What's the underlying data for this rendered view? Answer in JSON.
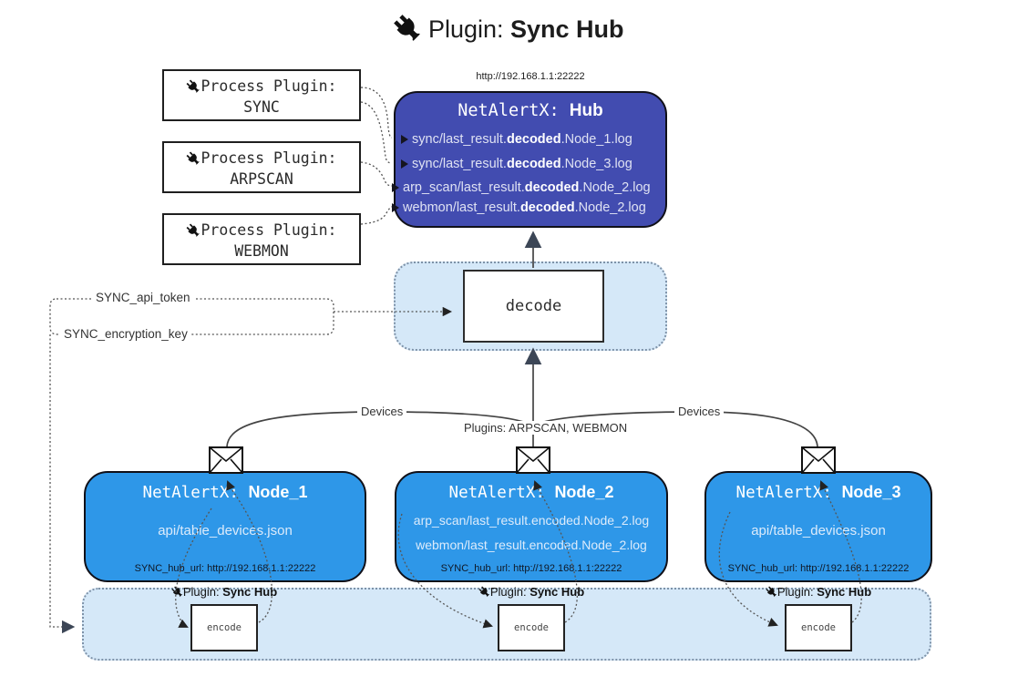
{
  "title": {
    "prefix": "Plugin: ",
    "bold": "Sync Hub"
  },
  "process_plugins": [
    {
      "label": "Process Plugin:",
      "name": "SYNC"
    },
    {
      "label": "Process Plugin:",
      "name": "ARPSCAN"
    },
    {
      "label": "Process Plugin:",
      "name": "WEBMON"
    }
  ],
  "hub": {
    "url": "http://192.168.1.1:22222",
    "name_prefix": "NetAlertX: ",
    "name_bold": "Hub",
    "logs": [
      {
        "pre": "sync/last_result.",
        "bold": "decoded",
        "post": ".Node_1.log"
      },
      {
        "pre": "sync/last_result.",
        "bold": "decoded",
        "post": ".Node_3.log"
      },
      {
        "pre": "arp_scan/last_result.",
        "bold": "decoded",
        "post": ".Node_2.log"
      },
      {
        "pre": "webmon/last_result.",
        "bold": "decoded",
        "post": ".Node_2.log"
      }
    ]
  },
  "decode": {
    "label": "decode"
  },
  "secrets": {
    "api_token": "SYNC_api_token",
    "encryption_key": "SYNC_encryption_key"
  },
  "edge_labels": {
    "devices_left": "Devices",
    "devices_right": "Devices",
    "plugins": "Plugins: ARPSCAN, WEBMON"
  },
  "nodes": [
    {
      "name_prefix": "NetAlertX: ",
      "name_bold": "Node_1",
      "lines": [
        "api/table_devices.json"
      ],
      "footer": "SYNC_hub_url: http://192.168.1.1:22222"
    },
    {
      "name_prefix": "NetAlertX: ",
      "name_bold": "Node_2",
      "lines": [
        "arp_scan/last_result.encoded.Node_2.log",
        "webmon/last_result.encoded.Node_2.log"
      ],
      "footer": "SYNC_hub_url: http://192.168.1.1:22222"
    },
    {
      "name_prefix": "NetAlertX: ",
      "name_bold": "Node_3",
      "lines": [
        "api/table_devices.json"
      ],
      "footer": "SYNC_hub_url: http://192.168.1.1:22222"
    }
  ],
  "encoders": [
    {
      "label_prefix": "Plugin: ",
      "label_bold": "Sync Hub",
      "box": "encode"
    },
    {
      "label_prefix": "Plugin: ",
      "label_bold": "Sync Hub",
      "box": "encode"
    },
    {
      "label_prefix": "Plugin: ",
      "label_bold": "Sync Hub",
      "box": "encode"
    }
  ],
  "icons": {
    "plug": "plug-icon",
    "envelope": "envelope-icon"
  },
  "colors": {
    "hub_bg": "#424CB0",
    "node_bg": "#2E97E8",
    "panel_bg": "#D5E8F8"
  }
}
